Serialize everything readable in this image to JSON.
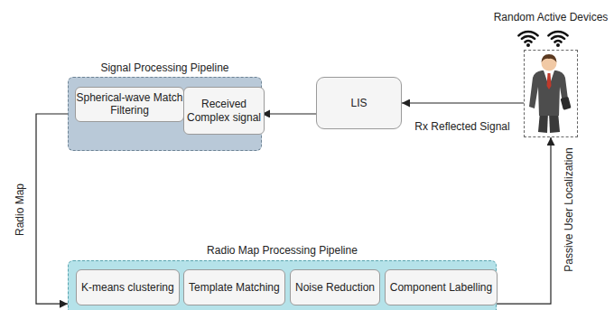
{
  "diagram": {
    "nodes": [
      {
        "text": [
          "Signal Processing Pipeline"
        ]
      },
      {
        "text": [
          "Spherical-wave Match Filtering"
        ],
        "in": 0
      },
      {
        "text": [
          "Received Complex signal"
        ],
        "in": 0
      },
      {
        "text": [
          "LIS"
        ]
      },
      {
        "text": [
          "Random Active Devices"
        ]
      },
      {
        "text": [
          "Radio Map Processing Pipeline"
        ]
      },
      {
        "text": [
          "K-means clustering"
        ],
        "in": 5
      },
      {
        "text": [
          "Template Matching"
        ],
        "in": 5
      },
      {
        "text": [
          "Noise Reduction"
        ],
        "in": 5
      },
      {
        "text": [
          "Component Labelling"
        ],
        "in": 5
      }
    ],
    "edges": [
      {
        "from": 4,
        "to": 3,
        "arrow": "to",
        "label": "Rx Reflected Signal"
      },
      {
        "from": 3,
        "to": 0,
        "arrow": "to"
      },
      {
        "from": 2,
        "to": 1,
        "arrow": "to"
      },
      {
        "from": 0,
        "to": 5,
        "arrow": "to",
        "label": "Radio Map"
      },
      {
        "from": 6,
        "to": 7,
        "arrow": "to"
      },
      {
        "from": 7,
        "to": 8,
        "arrow": "to"
      },
      {
        "from": 8,
        "to": 9,
        "arrow": "to"
      },
      {
        "from": 5,
        "to": 4,
        "arrow": "to",
        "label": "Passive User Localization"
      }
    ]
  }
}
